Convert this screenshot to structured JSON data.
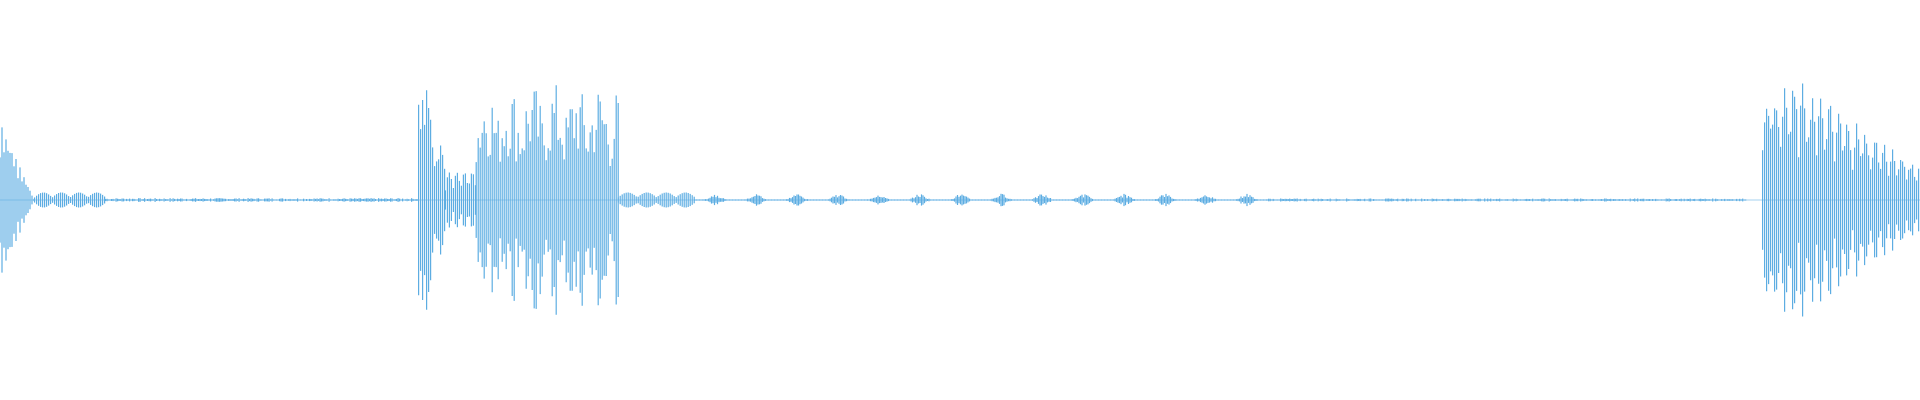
{
  "waveform": {
    "color": "#5DADE2",
    "background": "#FFFFFF",
    "bursts": [
      {
        "start": 0.0,
        "end": 0.018,
        "peak": 0.62,
        "kind": "decay-tail"
      },
      {
        "start": 0.018,
        "end": 0.055,
        "peak": 0.06,
        "kind": "ripple"
      },
      {
        "start": 0.055,
        "end": 0.218,
        "peak": 0.015,
        "kind": "noise"
      },
      {
        "start": 0.218,
        "end": 0.232,
        "peak": 0.92,
        "kind": "spike"
      },
      {
        "start": 0.232,
        "end": 0.248,
        "peak": 0.22,
        "kind": "ripple"
      },
      {
        "start": 0.248,
        "end": 0.322,
        "peak": 0.95,
        "kind": "burst"
      },
      {
        "start": 0.322,
        "end": 0.362,
        "peak": 0.06,
        "kind": "ripple"
      },
      {
        "start": 0.362,
        "end": 0.66,
        "peak": 0.05,
        "kind": "sparse-blips"
      },
      {
        "start": 0.66,
        "end": 0.91,
        "peak": 0.012,
        "kind": "noise"
      },
      {
        "start": 0.918,
        "end": 1.0,
        "peak": 0.95,
        "kind": "burst-decay"
      }
    ]
  }
}
